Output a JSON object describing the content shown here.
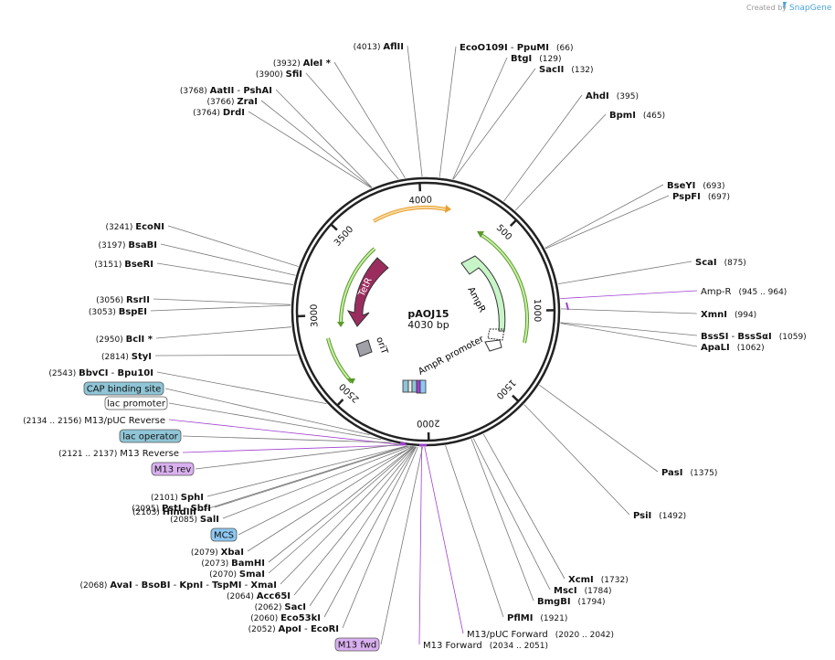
{
  "watermark": {
    "created_by": "Created by",
    "brand": "SnapGene"
  },
  "plasmid": {
    "name": "pAOJ15",
    "size_label": "4030 bp",
    "length": 4030
  },
  "colors": {
    "backbone": "#222222",
    "leader": "#777777",
    "primer": "#a040d0",
    "mcs_box": "#8ec7f0",
    "operator_box": "#8fc5d6",
    "primer_box": "#d9b0ef",
    "promoter_box": "#ffffff"
  },
  "ticks": [
    {
      "pos": 500,
      "label": "500"
    },
    {
      "pos": 1000,
      "label": "1000"
    },
    {
      "pos": 1500,
      "label": "1500"
    },
    {
      "pos": 2000,
      "label": "2000"
    },
    {
      "pos": 2500,
      "label": "2500"
    },
    {
      "pos": 3000,
      "label": "3000"
    },
    {
      "pos": 3500,
      "label": "3500"
    },
    {
      "pos": 4000,
      "label": "4000"
    }
  ],
  "features": [
    {
      "name": "AmpR",
      "type": "cds",
      "color": "#c8f5c8"
    },
    {
      "name": "AmpR promoter",
      "type": "promoter",
      "color": "#ffffff"
    },
    {
      "name": "TetR",
      "type": "cds",
      "color": "#9b2d5e"
    },
    {
      "name": "oriT",
      "type": "origin",
      "color": "#a0a0a8"
    }
  ],
  "sites_right": [
    {
      "name": "EcoO109I",
      "sep": " - ",
      "name2": "PpuMI",
      "pos": "(66)"
    },
    {
      "name": "BtgI",
      "pos": "(129)"
    },
    {
      "name": "SacII",
      "pos": "(132)"
    },
    {
      "name": "AhdI",
      "pos": "(395)"
    },
    {
      "name": "BpmI",
      "pos": "(465)"
    },
    {
      "name": "BseYI",
      "pos": "(693)"
    },
    {
      "name": "PspFI",
      "pos": "(697)"
    },
    {
      "name": "ScaI",
      "pos": "(875)"
    },
    {
      "name": "Amp-R",
      "pos": "(945 .. 964)",
      "primer": true
    },
    {
      "name": "XmnI",
      "pos": "(994)"
    },
    {
      "name": "BssSI",
      "sep": " - ",
      "name2": "BssSαI",
      "pos": "(1059)"
    },
    {
      "name": "ApaLI",
      "pos": "(1062)"
    },
    {
      "name": "PasI",
      "pos": "(1375)"
    },
    {
      "name": "PsiI",
      "pos": "(1492)"
    },
    {
      "name": "XcmI",
      "pos": "(1732)"
    },
    {
      "name": "MscI",
      "pos": "(1784)"
    },
    {
      "name": "BmgBI",
      "pos": "(1794)"
    },
    {
      "name": "PflMI",
      "pos": "(1921)"
    },
    {
      "name": "M13/pUC Forward",
      "pos": "(2020 .. 2042)",
      "primer": true
    },
    {
      "name": "M13 Forward",
      "pos": "(2034 .. 2051)",
      "primer": true
    }
  ],
  "sites_left": [
    {
      "name": "AflII",
      "pos": "(4013)"
    },
    {
      "name": "AleI *",
      "pos": "(3932)"
    },
    {
      "name": "SfiI",
      "pos": "(3900)"
    },
    {
      "name": "AatII",
      "sep": " - ",
      "name2": "PshAI",
      "pos": "(3768)"
    },
    {
      "name": "ZraI",
      "pos": "(3766)"
    },
    {
      "name": "DrdI",
      "pos": "(3764)"
    },
    {
      "name": "EcoNI",
      "pos": "(3241)"
    },
    {
      "name": "BsaBI",
      "pos": "(3197)"
    },
    {
      "name": "BseRI",
      "pos": "(3151)"
    },
    {
      "name": "RsrII",
      "pos": "(3056)"
    },
    {
      "name": "BspEI",
      "pos": "(3053)"
    },
    {
      "name": "BclI *",
      "pos": "(2950)"
    },
    {
      "name": "StyI",
      "pos": "(2814)"
    },
    {
      "name": "BbvCI",
      "sep": " - ",
      "name2": "Bpu10I",
      "pos": "(2543)"
    },
    {
      "name": "M13/pUC Reverse",
      "pos": "(2134 .. 2156)",
      "primer": true
    },
    {
      "name": "M13 Reverse",
      "pos": "(2121 .. 2137)",
      "primer": true
    },
    {
      "name": "HindIII",
      "pos": "(2103)"
    },
    {
      "name": "SphI",
      "pos": "(2101)"
    },
    {
      "name": "PstI",
      "sep": " - ",
      "name2": "SbfI",
      "pos": "(2095)"
    },
    {
      "name": "SalI",
      "pos": "(2085)"
    },
    {
      "name": "XbaI",
      "pos": "(2079)"
    },
    {
      "name": "BamHI",
      "pos": "(2073)"
    },
    {
      "name": "SmaI",
      "pos": "(2070)"
    },
    {
      "name": "AvaI",
      "sep": " - ",
      "name2": "BsoBI",
      "sep2": " - ",
      "name3": "KpnI",
      "sep3": " - ",
      "name4": "TspMI",
      "sep4": " - ",
      "name5": "XmaI",
      "pos": "(2068)"
    },
    {
      "name": "Acc65I",
      "pos": "(2064)"
    },
    {
      "name": "SacI",
      "pos": "(2062)"
    },
    {
      "name": "Eco53kI",
      "pos": "(2060)"
    },
    {
      "name": "ApoI",
      "sep": " - ",
      "name2": "EcoRI",
      "pos": "(2052)"
    }
  ],
  "boxes": [
    {
      "name": "CAP binding site",
      "kind": "operator"
    },
    {
      "name": "lac promoter",
      "kind": "promoter"
    },
    {
      "name": "lac operator",
      "kind": "operator"
    },
    {
      "name": "M13 rev",
      "kind": "primer"
    },
    {
      "name": "MCS",
      "kind": "mcs"
    },
    {
      "name": "M13 fwd",
      "kind": "primer"
    }
  ]
}
